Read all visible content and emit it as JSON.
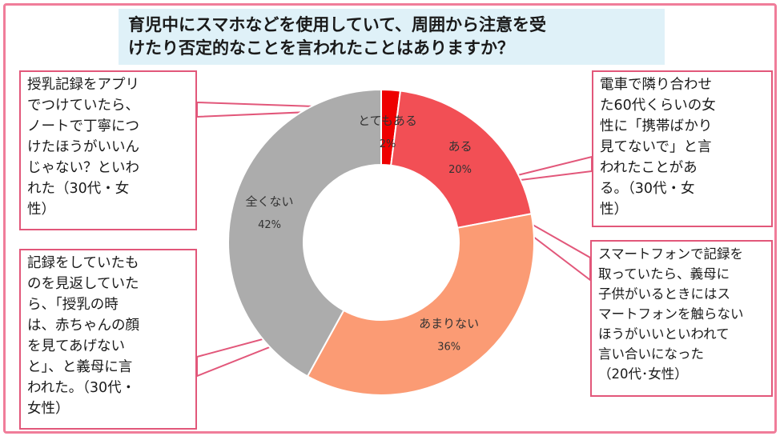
{
  "title": {
    "line1": "育児中にスマホなどを使用していて、周囲から注意を受",
    "line2": "けたり否定的なことを言われたことはありますか？"
  },
  "chart_data": {
    "type": "pie",
    "categories": [
      "とてもある",
      "ある",
      "あまりない",
      "全くない"
    ],
    "values": [
      2,
      20,
      36,
      42
    ],
    "value_labels": [
      "2%",
      "20%",
      "36%",
      "42%"
    ],
    "colors": [
      "#ee0000",
      "#f24f55",
      "#fb9b74",
      "#acacac"
    ],
    "hole": "donut"
  },
  "callouts": {
    "c1": "授乳記録をアプリ\nでつけていたら、\nノートで丁寧につ\nけたほうがいいん\nじゃない？といわ\nれた（30代・女\n性）",
    "c2": "記録をしていたも\nのを見返していた\nら、「授乳の時\nは、赤ちゃんの顔\nを見てあげない\nと」、と義母に言\nわれた。（30代・\n女性）",
    "c3": "電車で隣り合わせ\nた60代くらいの女\n性に「携帯ばかり\n見てないで」と言\nわれたことがあ\nる。（30代・女\n性）",
    "c4": "スマートフォンで記録を\n取っていたら、義母に\n子供がいるときにはス\nマートフォンを触らない\nほうがいいといわれて\n言い合いになった\n（20代･女性）"
  }
}
